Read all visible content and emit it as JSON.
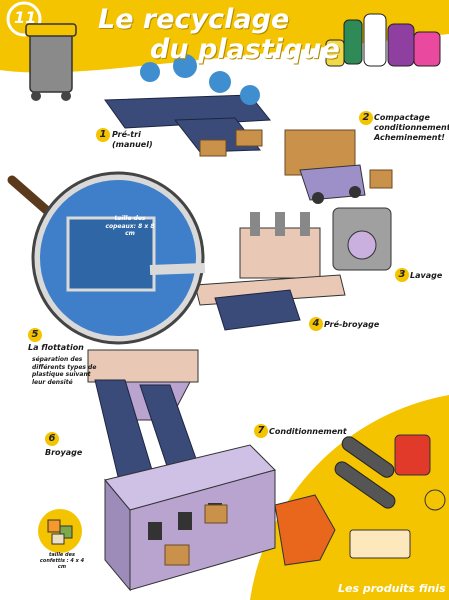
{
  "header": {
    "number": "11",
    "title_line1": "Le recyclage",
    "title_line2": "du plastique"
  },
  "steps": [
    {
      "num": "1",
      "label": "Pré-tri (manuel)"
    },
    {
      "num": "2",
      "label": "Compactage conditionnement Acheminement!"
    },
    {
      "num": "3",
      "label": "Lavage"
    },
    {
      "num": "4",
      "label": "Pré-broyage"
    },
    {
      "num": "5",
      "label": "La flottation"
    },
    {
      "num": "6",
      "label": "Broyage"
    },
    {
      "num": "7",
      "label": "Conditionnement"
    }
  ],
  "annotations": {
    "flotation_detail": "séparation des différents types de plastique suivant leur densité",
    "chip_size": "taille des copeaux: 8 x 8 cm",
    "confetti_size": "taille des confettis : 4 x 4 cm"
  },
  "footer": {
    "finished_products": "Les produits finis"
  },
  "colors": {
    "accent": "#f4c400",
    "water": "#3f7fc9",
    "machine": "#b9a4cf"
  }
}
